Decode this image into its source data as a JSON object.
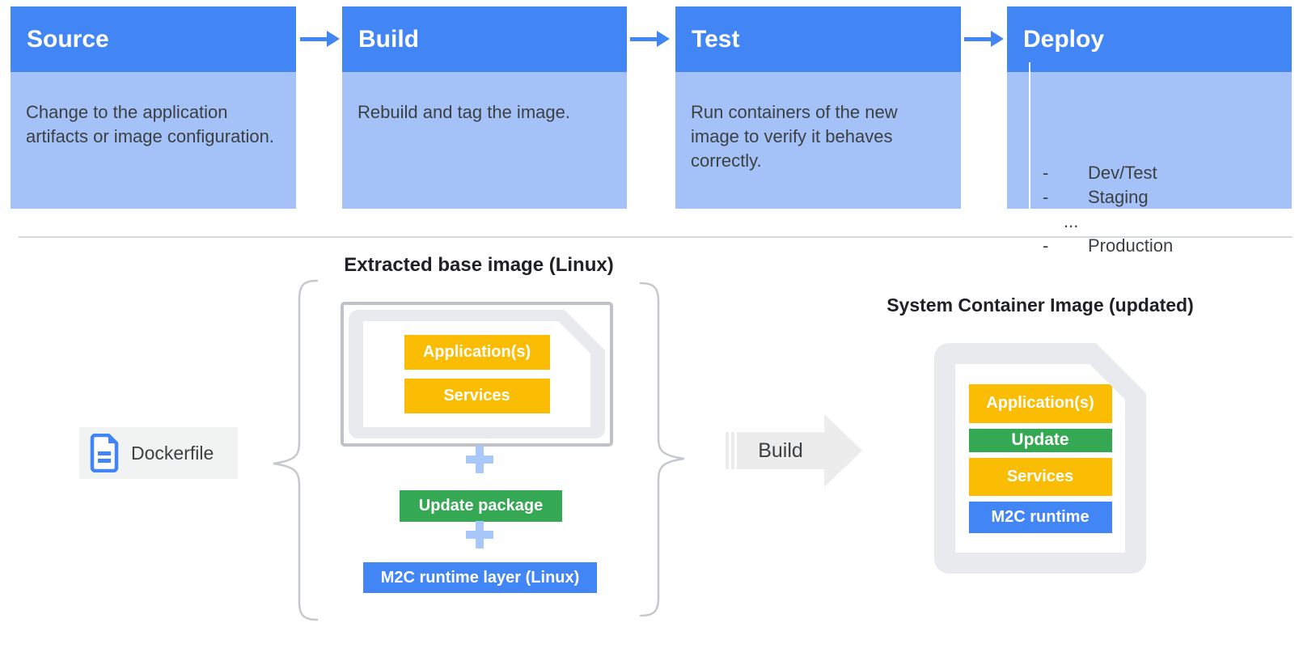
{
  "colors": {
    "stage_header_blue": "#4285F4",
    "stage_body_blue": "#A4C2F8",
    "arrow_blue": "#4285F4",
    "yellow": "#FBBC04",
    "green": "#34A853",
    "layer_blue": "#4285F4",
    "plus_blue": "#A8C7FA",
    "doc_gray": "#E8EAED",
    "frame_gray": "#BFC3C8",
    "chip_gray": "#F1F2F2",
    "build_arrow_gray": "#ECECEC",
    "text_dark": "#3C4043",
    "title_dark": "#202124",
    "brace_gray": "#C5C8CD",
    "divider_gray": "#D6D9DC"
  },
  "pipeline": {
    "stages": [
      {
        "title": "Source",
        "description": "Change to the application artifacts or image configuration."
      },
      {
        "title": "Build",
        "description": "Rebuild and tag the image."
      },
      {
        "title": "Test",
        "description": "Run containers of the new image to verify it behaves correctly."
      },
      {
        "title": "Deploy",
        "description": ""
      }
    ],
    "deploy_targets": [
      {
        "bullet": "-",
        "label": "Dev/Test"
      },
      {
        "bullet": "-",
        "label": "Staging"
      },
      {
        "bullet": "",
        "label": "..."
      },
      {
        "bullet": "-",
        "label": "Production"
      }
    ]
  },
  "flow": {
    "dockerfile_label": "Dockerfile",
    "extracted_base_image": {
      "title": "Extracted base image (Linux)",
      "layers": [
        "Application(s)",
        "Services"
      ]
    },
    "update_package_label": "Update package",
    "m2c_layer_label": "M2C runtime layer (Linux)",
    "build_arrow_label": "Build",
    "system_container_image": {
      "title": "System Container Image (updated)",
      "layers": [
        {
          "label": "Application(s)",
          "color": "#FBBC04"
        },
        {
          "label": "Update",
          "color": "#34A853"
        },
        {
          "label": "Services",
          "color": "#FBBC04"
        },
        {
          "label": "M2C runtime",
          "color": "#4285F4"
        }
      ]
    }
  },
  "icons": {
    "dockerfile": "document-icon",
    "plus": "plus-icon",
    "stage_arrow": "arrow-right-icon",
    "deploy_arrow": "arrow-down-icon"
  }
}
